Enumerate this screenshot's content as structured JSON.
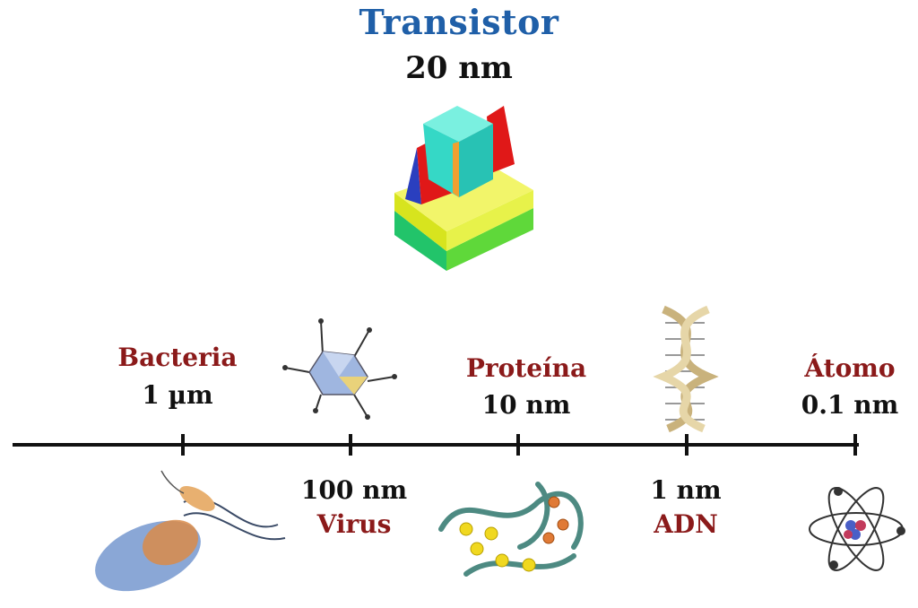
{
  "title": {
    "name": "Transistor",
    "size": "20 nm"
  },
  "scale": [
    {
      "name": "Bacteria",
      "size": "1 µm"
    },
    {
      "name": "Virus",
      "size": "100 nm"
    },
    {
      "name": "Proteína",
      "size": "10 nm"
    },
    {
      "name": "ADN",
      "size": "1 nm"
    },
    {
      "name": "Átomo",
      "size": "0.1 nm"
    }
  ],
  "colors": {
    "title": "#1f5fa8",
    "name": "#8b1a1a",
    "axis": "#111111"
  }
}
